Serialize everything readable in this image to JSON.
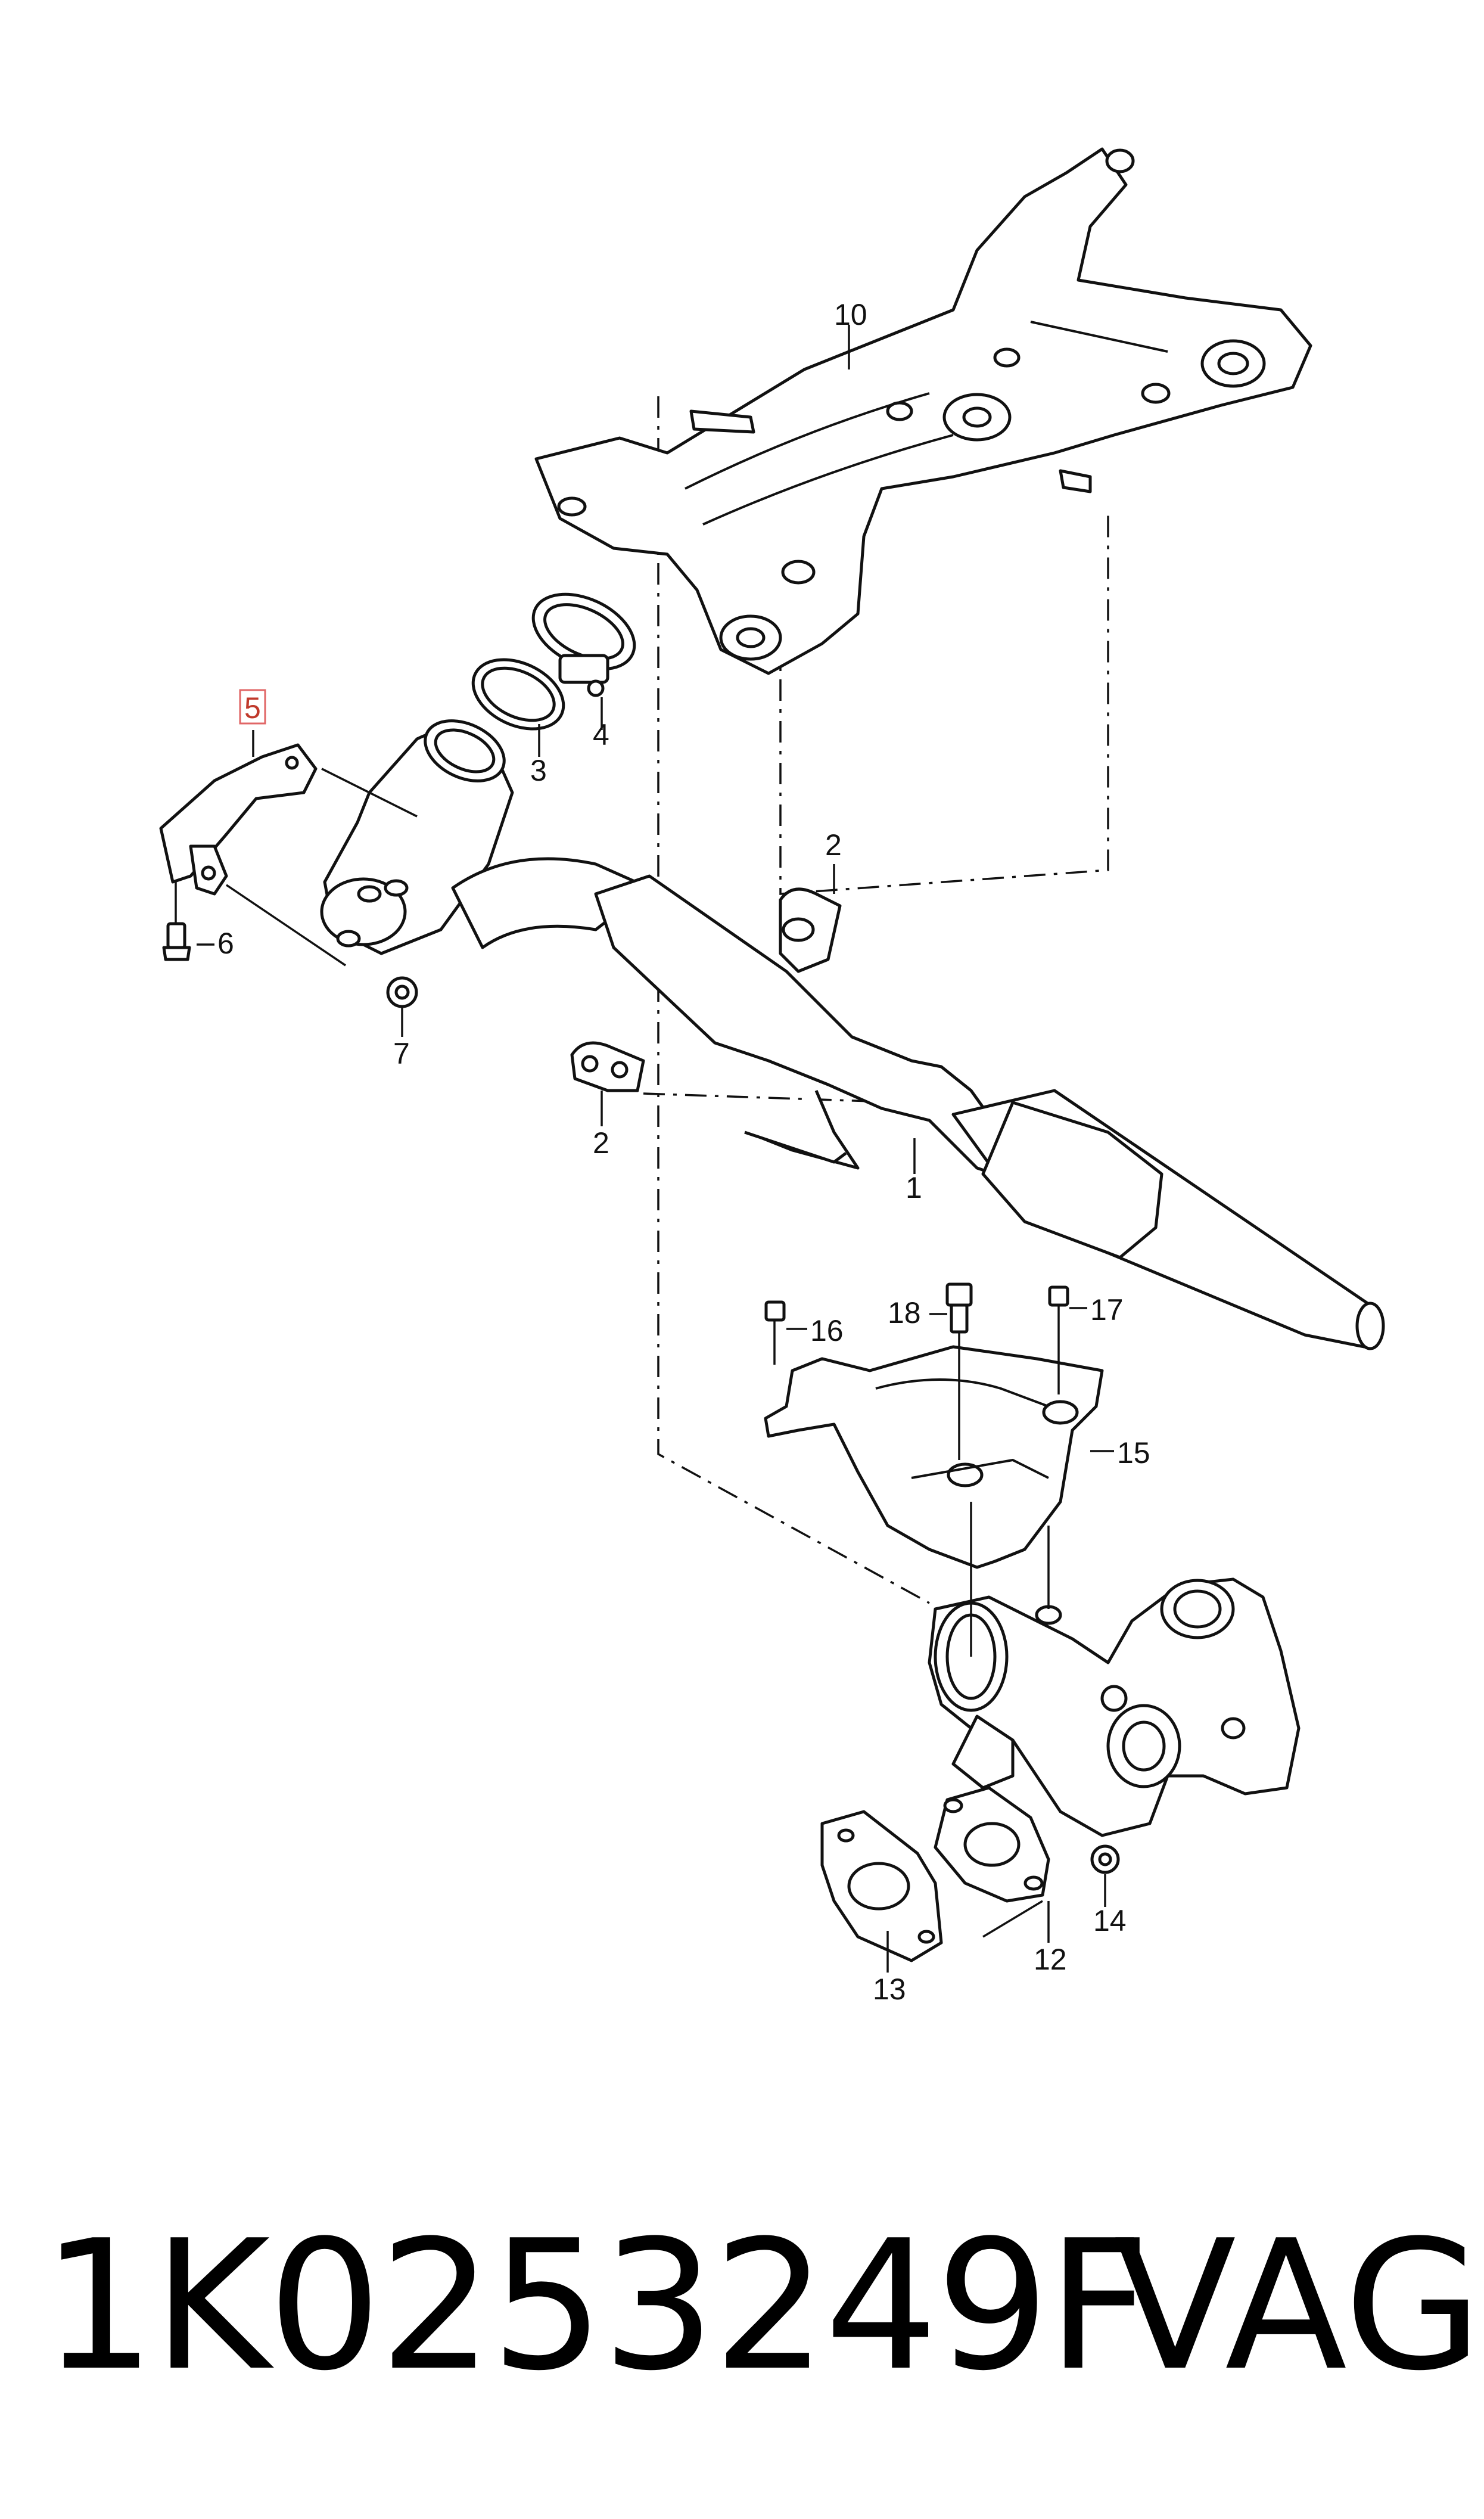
{
  "diagram": {
    "callouts": {
      "c1": "1",
      "c2a": "2",
      "c2b": "2",
      "c3": "3",
      "c4": "4",
      "c5": "5",
      "c6": "6",
      "c7": "7",
      "c10": "10",
      "c12": "12",
      "c13": "13",
      "c14": "14",
      "c15": "15",
      "c16": "16",
      "c17": "17",
      "c18": "18"
    },
    "highlighted_callout": "5",
    "highlight_color": "#e06666"
  },
  "footer": {
    "part_number": "1K0253249F",
    "brand": "VAG"
  }
}
